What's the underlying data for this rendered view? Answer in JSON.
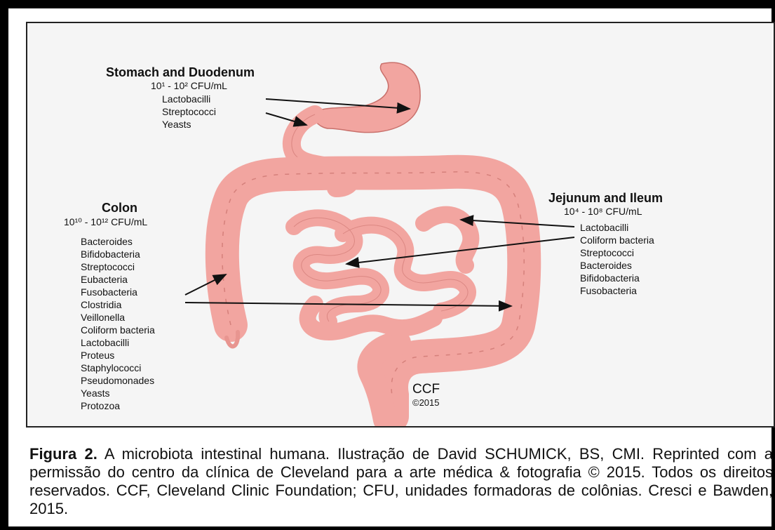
{
  "stomach": {
    "title": "Stomach and Duodenum",
    "count": "10¹ - 10² CFU/mL",
    "organisms": [
      "Lactobacilli",
      "Streptococci",
      "Yeasts"
    ]
  },
  "colon": {
    "title": "Colon",
    "count": "10¹⁰ - 10¹² CFU/mL",
    "organisms": [
      "Bacteroides",
      "Bifidobacteria",
      "Streptococci",
      "Eubacteria",
      "Fusobacteria",
      "Clostridia",
      "Veillonella",
      "Coliform bacteria",
      "Lactobacilli",
      "Proteus",
      "Staphylococci",
      "Pseudomonades",
      "Yeasts",
      "Protozoa"
    ]
  },
  "jejunum": {
    "title": "Jejunum and Ileum",
    "count": "10⁴ - 10⁸ CFU/mL",
    "organisms": [
      "Lactobacilli",
      "Coliform bacteria",
      "Streptococci",
      "Bacteroides",
      "Bifidobacteria",
      "Fusobacteria"
    ]
  },
  "credit": {
    "mark": "CCF",
    "year": "©2015"
  },
  "caption": {
    "label": "Figura 2.",
    "text": " A microbiota intestinal humana. Ilustração de David SCHUMICK, BS, CMI. Reprinted com a permissão do centro da clínica de Cleveland para a arte médica & fotografia © 2015. Todos os direitos reservados. CCF, Cleveland Clinic Foundation; CFU, unidades formadoras de colônias. Cresci e Bawden, 2015."
  },
  "colors": {
    "tissue": "#f2a5a0",
    "tissue_dark": "#d9807c",
    "tissue_light": "#f7c3bd"
  }
}
